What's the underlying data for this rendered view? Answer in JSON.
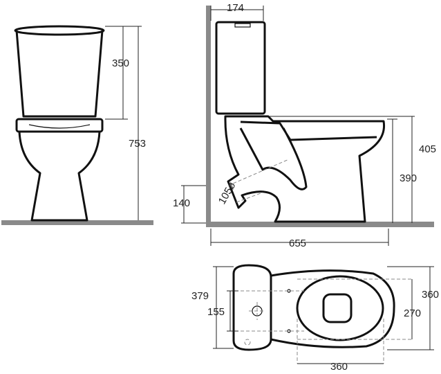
{
  "dimensions": {
    "front": {
      "tank_height": "350",
      "total_height": "753"
    },
    "side": {
      "tank_depth": "174",
      "rim_height_outer": "405",
      "rim_height": "390",
      "outlet_height": "140",
      "outlet_diameter": "105ø",
      "total_depth": "655"
    },
    "top": {
      "total_width_left": "379",
      "fixing_spacing": "155",
      "total_width_right": "360",
      "seat_width": "270",
      "seat_length": "360"
    }
  }
}
